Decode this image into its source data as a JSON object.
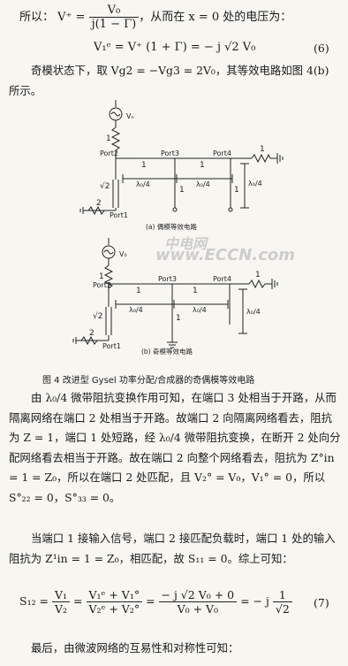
{
  "top": {
    "intro": "所以：",
    "vplus_lhs": "V⁺ =",
    "vplus_num": "V₀",
    "vplus_den": "j(1 − Γ)",
    "trail": "，从而在 x = 0 处的电压为：",
    "eq6": "V₁ᵉ = V⁺ (1 + Γ) = − j √2 V₀",
    "eq6_no": "(6)",
    "odd_text": "奇模状态下，取 Vg2 = −Vg3 = 2V₀，其等效电路如图 4(b) 所示。"
  },
  "figure": {
    "even": {
      "vs": "Vₑ",
      "r1": "1",
      "port2": "Port2",
      "port3": "Port3",
      "port4": "Port4",
      "seg1": "1",
      "seg2": "1",
      "len1": "λ₀/4",
      "len2": "λ₀/4",
      "stub1": "1",
      "stub2": "1",
      "rload": "1",
      "len_v": "λ₀/4",
      "sqrt2": "√2",
      "r2": "2",
      "port1": "Port1",
      "sub": "(a) 偶模等效电路"
    },
    "odd": {
      "vs": "V₀",
      "r1": "1",
      "port2": "Port2",
      "port3": "Port3",
      "port4": "Port4",
      "seg1": "1",
      "seg2": "1",
      "len1": "λ₀/4",
      "len2": "λ₀/4",
      "stub": "1",
      "rload": "1",
      "len_v": "λ₀/4",
      "sqrt2": "√2",
      "r2": "2",
      "port1": "Port1",
      "sub": "(b) 奇模等效电路"
    },
    "caption": "图 4    改进型 Gysel 功率分配/合成器的奇偶模等效电路",
    "watermark1": "中电网",
    "watermark2": "www.ECCN.com"
  },
  "body": {
    "p1": "由 λ₀/4 微带阻抗变换作用可知，在端口 3 处相当于开路，从而隔离网络在端口 2 处相当于开路。故端口 2 向隔离网络看去，阻抗为 Z = 1，端口 1 处短路，经 λ₀/4 微带阻抗变换，在断开 2 处向分配网络看去相当于开路。故在端口 2 向整个网络看去，阻抗为 Z°in = 1 = Z₀，所以在端口 2 处匹配，且 V₂° = V₀，V₁° = 0，所以 S°₂₂ = 0，S°₃₃ = 0。",
    "p2": "当端口 1 接输入信号，端口 2 接匹配负载时，端口 1 处的输入阻抗为 Z¹in = 1 = Z₀，相匹配，故 S₁₁ = 0。综上可知：",
    "eq7_lhs": "S₁₂ =",
    "eq7_f1n": "V₁",
    "eq7_f1d": "V₂",
    "eq7_f2n": "V₁ᵉ + V₁°",
    "eq7_f2d": "V₂ᵉ + V₂°",
    "eq7_f3n": "− j √2 V₀ + 0",
    "eq7_f3d": "V₀ + V₀",
    "eq7_tail": "= − j",
    "eq7_f4n": "1",
    "eq7_f4d": "√2",
    "eq7_no": "(7)",
    "last": "最后，由微波网络的互易性和对称性可知："
  }
}
